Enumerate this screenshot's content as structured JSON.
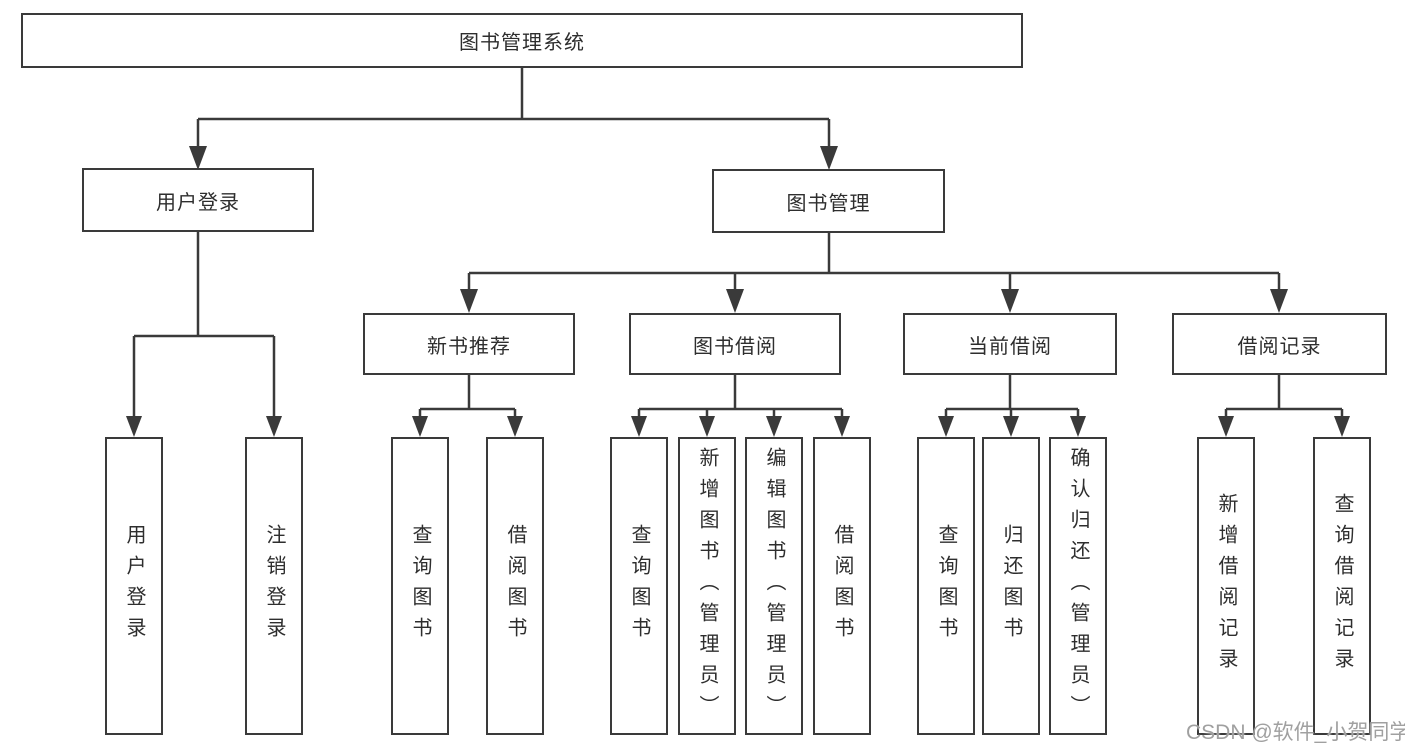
{
  "diagram": {
    "title": "图书管理系统",
    "branches": [
      {
        "label": "用户登录",
        "children": [
          {
            "label": "用户登录"
          },
          {
            "label": "注销登录"
          }
        ]
      },
      {
        "label": "图书管理",
        "children": [
          {
            "label": "新书推荐",
            "children": [
              {
                "label": "查询图书"
              },
              {
                "label": "借阅图书"
              }
            ]
          },
          {
            "label": "图书借阅",
            "children": [
              {
                "label": "查询图书"
              },
              {
                "label": "新增图书（管理员）"
              },
              {
                "label": "编辑图书（管理员）"
              },
              {
                "label": "借阅图书"
              }
            ]
          },
          {
            "label": "当前借阅",
            "children": [
              {
                "label": "查询图书"
              },
              {
                "label": "归还图书"
              },
              {
                "label": "确认归还（管理员）"
              }
            ]
          },
          {
            "label": "借阅记录",
            "children": [
              {
                "label": "新增借阅记录"
              },
              {
                "label": "查询借阅记录"
              }
            ]
          }
        ]
      }
    ]
  },
  "watermark": {
    "text": "CSDN @软件_小贺同学"
  },
  "colors": {
    "line": "#3a3a3a",
    "box_background": "#ffffff",
    "text": "#2e2e2e",
    "watermark": "#a0a0a0",
    "background": "#ffffff"
  }
}
